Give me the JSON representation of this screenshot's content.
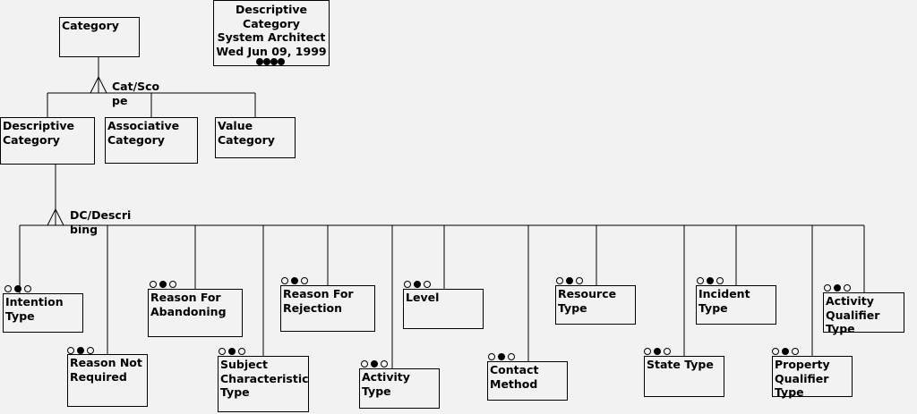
{
  "title": {
    "line1": "Descriptive",
    "line2": "Category",
    "line3": "System Architect",
    "line4": "Wed Jun 09, 1999"
  },
  "relationships": {
    "cat_scope": "Cat/Sco\npe",
    "dc_describing": "DC/Descri\nbing"
  },
  "entities": {
    "category": "Category",
    "descriptive_category": "Descriptive\nCategory",
    "associative_category": "Associative\nCategory",
    "value_category": "Value\nCategory",
    "intention_type": "Intention\nType",
    "reason_not_required": "Reason Not\nRequired",
    "reason_for_abandoning": "Reason For\nAbandoning",
    "subject_characteristic_type": "Subject\nCharacteristic\nType",
    "reason_for_rejection": "Reason For\nRejection",
    "activity_type": "Activity Type",
    "level": "Level",
    "contact_method": "Contact\nMethod",
    "resource_type": "Resource\nType",
    "state_type": "State Type",
    "incident_type": "Incident\nType",
    "property_qualifier_type": "Property\nQualifier\nType",
    "activity_qualifier_type": "Activity\nQualifier\nType"
  },
  "colors": {
    "background": "#f2f2f2",
    "line": "#000000"
  }
}
